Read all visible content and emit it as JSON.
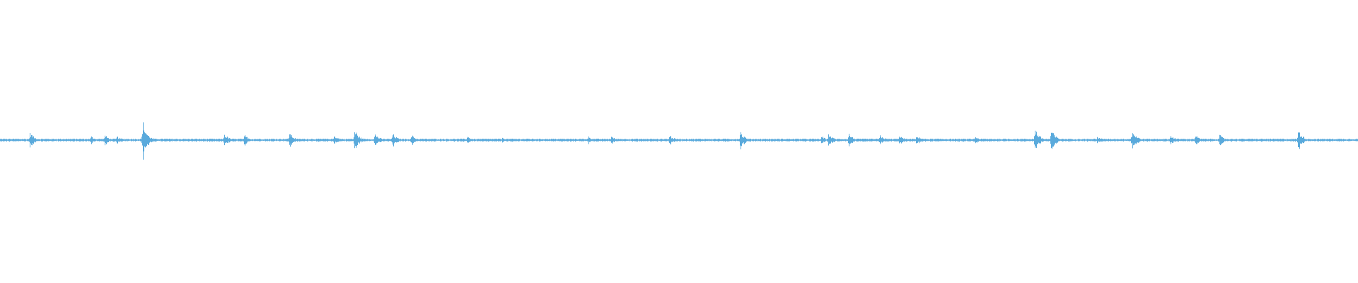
{
  "waveform": {
    "color": "#5aaadc",
    "background": "#ffffff",
    "baseline_fraction_of_full_scale": 0.0,
    "noise_amplitude": 0.01,
    "transients": [
      {
        "position": 0.022,
        "amplitude": 0.06
      },
      {
        "position": 0.067,
        "amplitude": 0.03
      },
      {
        "position": 0.077,
        "amplitude": 0.04
      },
      {
        "position": 0.086,
        "amplitude": 0.03
      },
      {
        "position": 0.105,
        "amplitude": 0.14
      },
      {
        "position": 0.165,
        "amplitude": 0.05
      },
      {
        "position": 0.18,
        "amplitude": 0.04
      },
      {
        "position": 0.213,
        "amplitude": 0.06
      },
      {
        "position": 0.246,
        "amplitude": 0.04
      },
      {
        "position": 0.261,
        "amplitude": 0.08
      },
      {
        "position": 0.276,
        "amplitude": 0.05
      },
      {
        "position": 0.289,
        "amplitude": 0.05
      },
      {
        "position": 0.303,
        "amplitude": 0.04
      },
      {
        "position": 0.344,
        "amplitude": 0.03
      },
      {
        "position": 0.37,
        "amplitude": 0.02
      },
      {
        "position": 0.433,
        "amplitude": 0.03
      },
      {
        "position": 0.45,
        "amplitude": 0.03
      },
      {
        "position": 0.493,
        "amplitude": 0.04
      },
      {
        "position": 0.545,
        "amplitude": 0.07
      },
      {
        "position": 0.605,
        "amplitude": 0.03
      },
      {
        "position": 0.61,
        "amplitude": 0.05
      },
      {
        "position": 0.625,
        "amplitude": 0.05
      },
      {
        "position": 0.648,
        "amplitude": 0.04
      },
      {
        "position": 0.662,
        "amplitude": 0.04
      },
      {
        "position": 0.675,
        "amplitude": 0.04
      },
      {
        "position": 0.718,
        "amplitude": 0.03
      },
      {
        "position": 0.762,
        "amplitude": 0.09
      },
      {
        "position": 0.774,
        "amplitude": 0.08
      },
      {
        "position": 0.808,
        "amplitude": 0.03
      },
      {
        "position": 0.833,
        "amplitude": 0.04
      },
      {
        "position": 0.834,
        "amplitude": 0.07
      },
      {
        "position": 0.862,
        "amplitude": 0.04
      },
      {
        "position": 0.88,
        "amplitude": 0.04
      },
      {
        "position": 0.898,
        "amplitude": 0.04
      },
      {
        "position": 0.956,
        "amplitude": 0.08
      }
    ]
  }
}
